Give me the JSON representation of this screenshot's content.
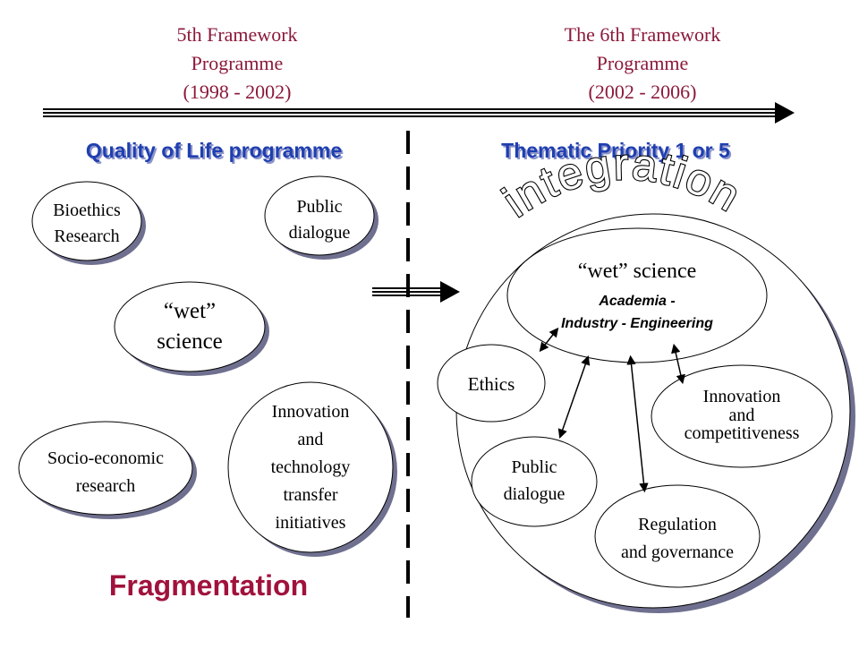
{
  "header": {
    "left": {
      "line1": "5th Framework",
      "line2": "Programme",
      "line3": "(1998 - 2002)"
    },
    "right": {
      "line1": "The 6th Framework",
      "line2": "Programme",
      "line3": "(2002 - 2006)"
    }
  },
  "left_section": {
    "title": "Quality of Life programme",
    "bioethics": {
      "line1": "Bioethics",
      "line2": "Research"
    },
    "public_dialogue": {
      "line1": "Public",
      "line2": "dialogue"
    },
    "wet_science": {
      "line1": "“wet”",
      "line2": "science"
    },
    "socio_economic": {
      "line1": "Socio-economic",
      "line2": "research"
    },
    "innovation": {
      "line1": "Innovation",
      "line2": "and",
      "line3": "technology",
      "line4": "transfer",
      "line5": "initiatives"
    },
    "footer": "Fragmentation"
  },
  "right_section": {
    "title": "Thematic Priority 1 or 5",
    "banner": "integration",
    "wet_science": {
      "line1": "“wet” science",
      "line2": "Academia -",
      "line3": "Industry - Engineering"
    },
    "ethics": "Ethics",
    "public_dialogue": {
      "line1": "Public",
      "line2": "dialogue"
    },
    "innovation": {
      "line1": "Innovation",
      "line2": "and",
      "line3": "competitiveness"
    },
    "regulation": {
      "line1": "Regulation",
      "line2": "and governance"
    }
  },
  "colors": {
    "header_text": "#8b1a3a",
    "title_blue": "#1f3fb0",
    "fragmentation": "#a0123c",
    "shadow": "#6f6f8f"
  }
}
